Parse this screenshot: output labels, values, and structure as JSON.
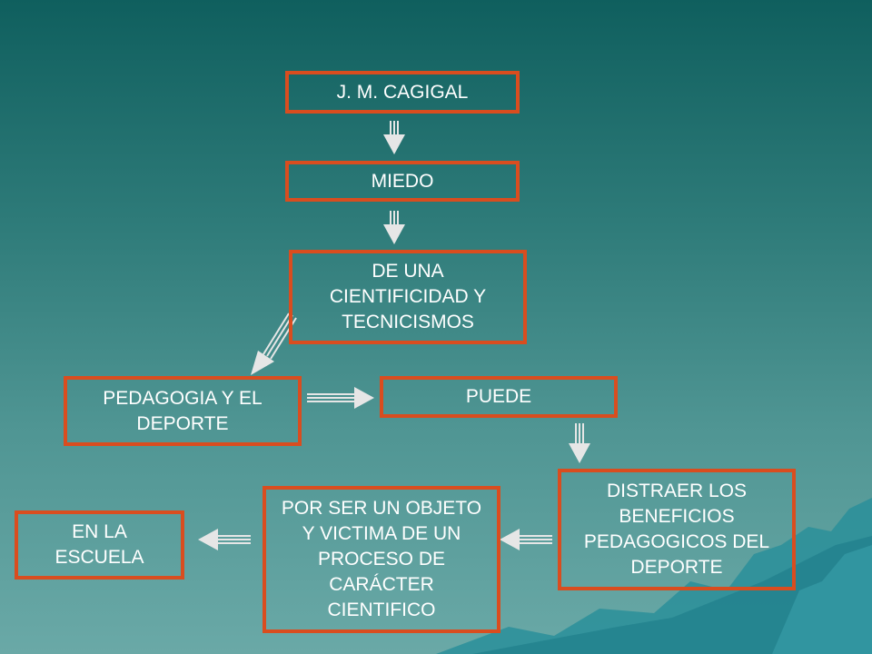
{
  "diagram": {
    "nodes": {
      "cagigal": "J. M. CAGIGAL",
      "miedo": "MIEDO",
      "cientificidad": "DE UNA CIENTIFICIDAD Y TECNICISMOS",
      "pedagogia": "PEDAGOGIA Y EL DEPORTE",
      "puede": "PUEDE",
      "distraer": "DISTRAER LOS BENEFICIOS PEDAGOGICOS DEL DEPORTE",
      "objeto": "POR SER UN OBJETO Y VICTIMA DE UN PROCESO DE CARÁCTER CIENTIFICO",
      "escuela": "EN LA ESCUELA"
    },
    "edges": [
      [
        "cagigal",
        "miedo"
      ],
      [
        "miedo",
        "cientificidad"
      ],
      [
        "cientificidad",
        "pedagogia"
      ],
      [
        "pedagogia",
        "puede"
      ],
      [
        "puede",
        "distraer"
      ],
      [
        "distraer",
        "objeto"
      ],
      [
        "objeto",
        "escuela"
      ]
    ]
  },
  "colors": {
    "border": "#d94d1f",
    "text": "#ffffff",
    "arrow": "#e6e6e6",
    "background_top": "#0f5f5e",
    "background_bottom": "#6aa9a7",
    "mountain": "#2a8f9a"
  }
}
